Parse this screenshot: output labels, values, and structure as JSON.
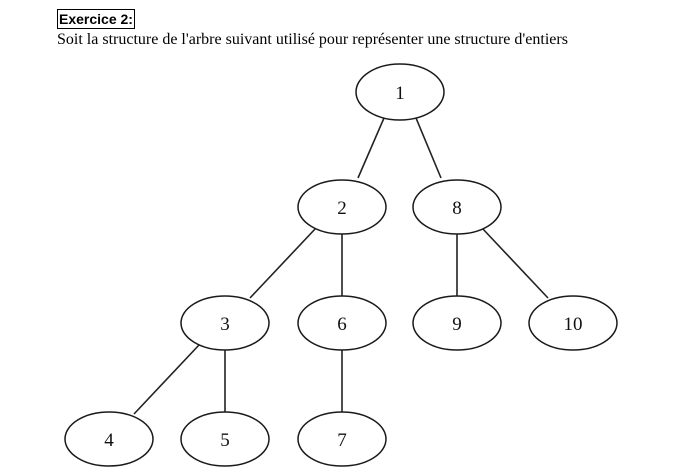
{
  "exercise": {
    "title": "Exercice 2:",
    "statement": "Soit la structure de l'arbre suivant utilisé pour représenter une structure d'entiers"
  },
  "tree": {
    "nodes": [
      {
        "id": "n1",
        "label": "1"
      },
      {
        "id": "n2",
        "label": "2"
      },
      {
        "id": "n8",
        "label": "8"
      },
      {
        "id": "n3",
        "label": "3"
      },
      {
        "id": "n6",
        "label": "6"
      },
      {
        "id": "n9",
        "label": "9"
      },
      {
        "id": "n10",
        "label": "10"
      },
      {
        "id": "n4",
        "label": "4"
      },
      {
        "id": "n5",
        "label": "5"
      },
      {
        "id": "n7",
        "label": "7"
      }
    ],
    "edges": [
      {
        "from": "n1",
        "to": "n2"
      },
      {
        "from": "n1",
        "to": "n8"
      },
      {
        "from": "n2",
        "to": "n3"
      },
      {
        "from": "n2",
        "to": "n6"
      },
      {
        "from": "n8",
        "to": "n9"
      },
      {
        "from": "n8",
        "to": "n10"
      },
      {
        "from": "n3",
        "to": "n4"
      },
      {
        "from": "n3",
        "to": "n5"
      },
      {
        "from": "n6",
        "to": "n7"
      }
    ]
  }
}
